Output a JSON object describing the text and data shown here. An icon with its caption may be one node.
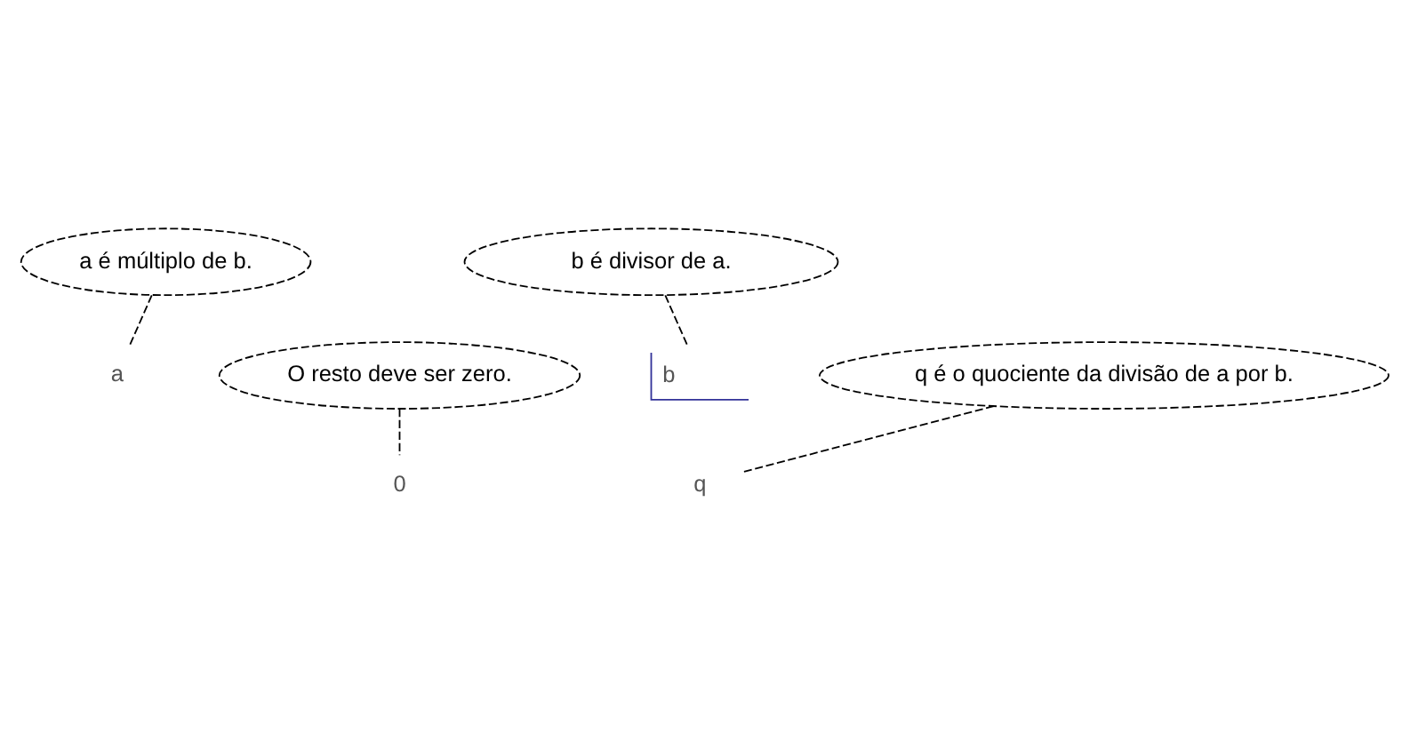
{
  "diagram": {
    "nodes": [
      {
        "text": [
          "a é múltiplo de b."
        ]
      },
      {
        "text": [
          "b é divisor de a."
        ]
      },
      {
        "text": [
          "a"
        ]
      },
      {
        "text": [
          "b"
        ]
      },
      {
        "text": [
          "0"
        ]
      },
      {
        "text": [
          "q"
        ]
      },
      {
        "text": [
          "q é o quociente da divisão de a por b."
        ]
      },
      {
        "text": [
          "O resto deve ser zero."
        ]
      }
    ],
    "edges": [
      {
        "from": 0,
        "to": 2,
        "arrow": "none",
        "style": "dashed"
      },
      {
        "from": 1,
        "to": 3,
        "arrow": "none",
        "style": "dashed"
      },
      {
        "from": 7,
        "to": 4,
        "arrow": "none",
        "style": "dashed"
      },
      {
        "from": 6,
        "to": 5,
        "arrow": "none",
        "style": "dashed"
      }
    ]
  }
}
